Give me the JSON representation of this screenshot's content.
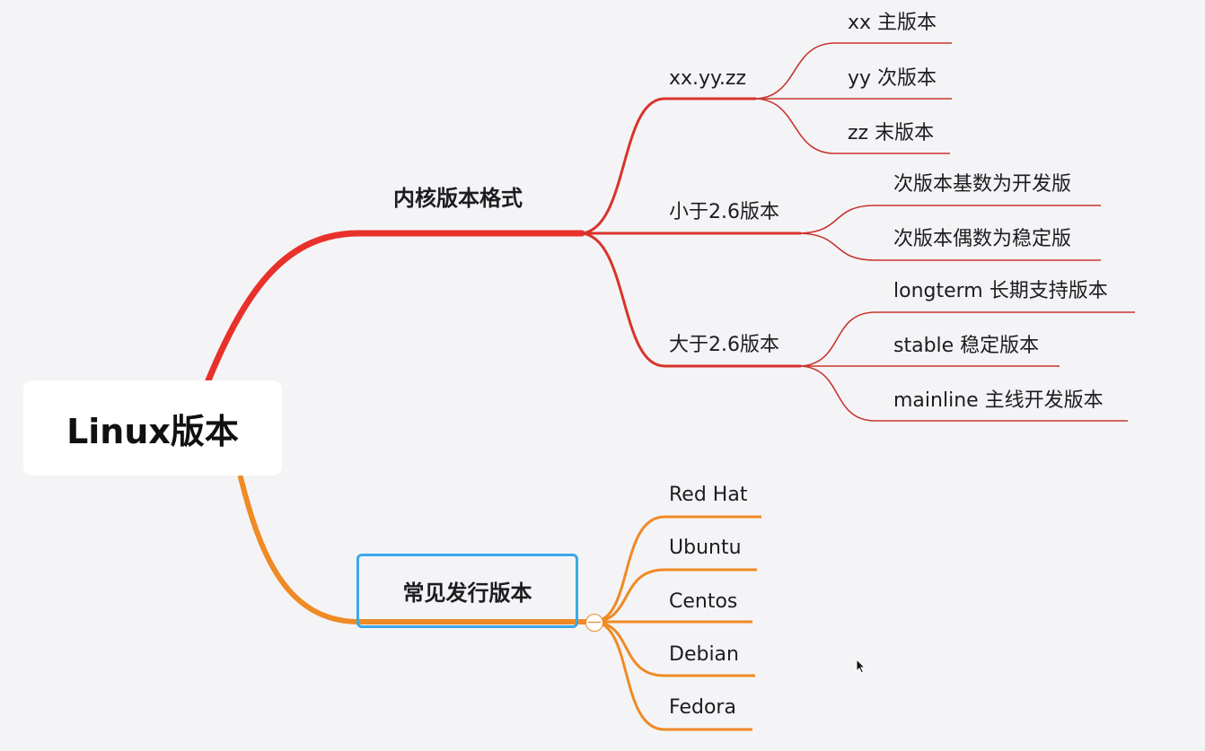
{
  "root": {
    "label": "Linux版本"
  },
  "branches": [
    {
      "label": "内核版本格式",
      "color": "#d9342b",
      "children": [
        {
          "label": "xx.yy.zz",
          "children": [
            "xx 主版本",
            "yy 次版本",
            "zz 末版本"
          ]
        },
        {
          "label": "小于2.6版本",
          "children": [
            "次版本基数为开发版",
            "次版本偶数为稳定版"
          ]
        },
        {
          "label": "大于2.6版本",
          "children": [
            "longterm 长期支持版本",
            "stable 稳定版本",
            "mainline 主线开发版本"
          ]
        }
      ]
    },
    {
      "label": "常见发行版本",
      "color": "#e88b2c",
      "children": [
        "Red Hat",
        "Ubuntu",
        "Centos",
        "Debian",
        "Fedora"
      ]
    }
  ],
  "collapse_button": {
    "symbol": "—"
  },
  "colors": {
    "kernel_branch": "#d9342b",
    "distro_branch": "#e88b2c",
    "selection": "#3aa8e8",
    "background": "#f4f4f7"
  },
  "icons": {
    "cursor": "mouse-pointer-icon"
  }
}
